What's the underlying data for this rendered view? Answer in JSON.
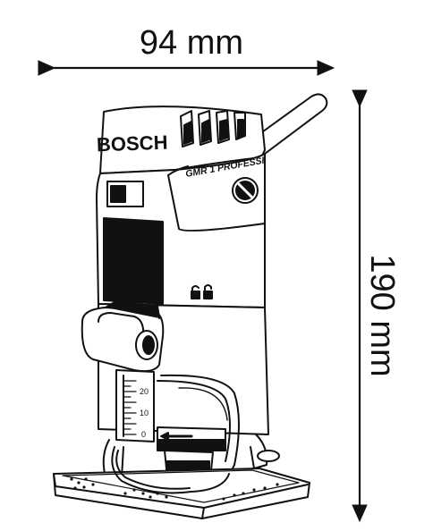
{
  "dimensions": {
    "width_label": "94 mm",
    "height_label": "190 mm"
  },
  "product": {
    "brand": "BOSCH",
    "model": "GMR 1 PROFESSI"
  },
  "depth_scale": {
    "labels": [
      "20",
      "10",
      "0"
    ]
  }
}
